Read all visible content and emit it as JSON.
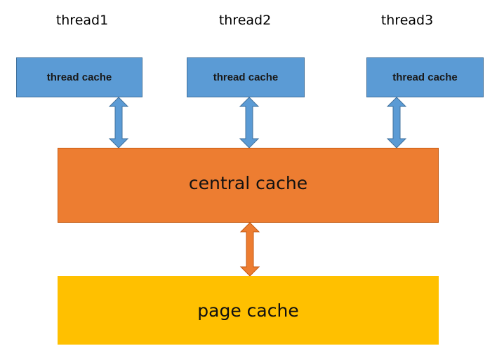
{
  "threads": [
    {
      "label": "thread1",
      "cache_label": "thread cache"
    },
    {
      "label": "thread2",
      "cache_label": "thread cache"
    },
    {
      "label": "thread3",
      "cache_label": "thread cache"
    }
  ],
  "central_cache": {
    "label": "central cache"
  },
  "page_cache": {
    "label": "page cache"
  },
  "colors": {
    "thread_cache": "#5b9bd5",
    "central_cache": "#ed7d31",
    "page_cache": "#ffc000",
    "blue_arrow": "#5b9bd5",
    "orange_arrow": "#ed7d31"
  }
}
